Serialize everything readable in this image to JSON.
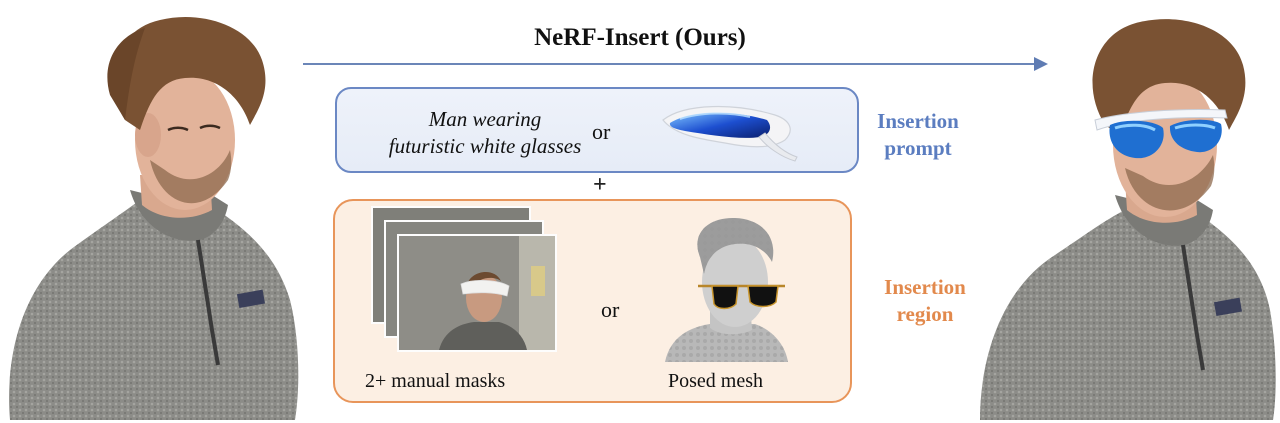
{
  "title": "NeRF-Insert (Ours)",
  "prompt": {
    "text_line1": "Man wearing",
    "text_line2": "futuristic white glasses",
    "or": "or",
    "label_line1": "Insertion",
    "label_line2": "prompt"
  },
  "plus": "+",
  "region": {
    "or": "or",
    "masks_label": "2+ manual masks",
    "mesh_label": "Posed mesh",
    "label_line1": "Insertion",
    "label_line2": "region"
  },
  "colors": {
    "prompt_accent": "#5b7dc0",
    "region_accent": "#e2894c",
    "arrow": "#6b86b8"
  }
}
